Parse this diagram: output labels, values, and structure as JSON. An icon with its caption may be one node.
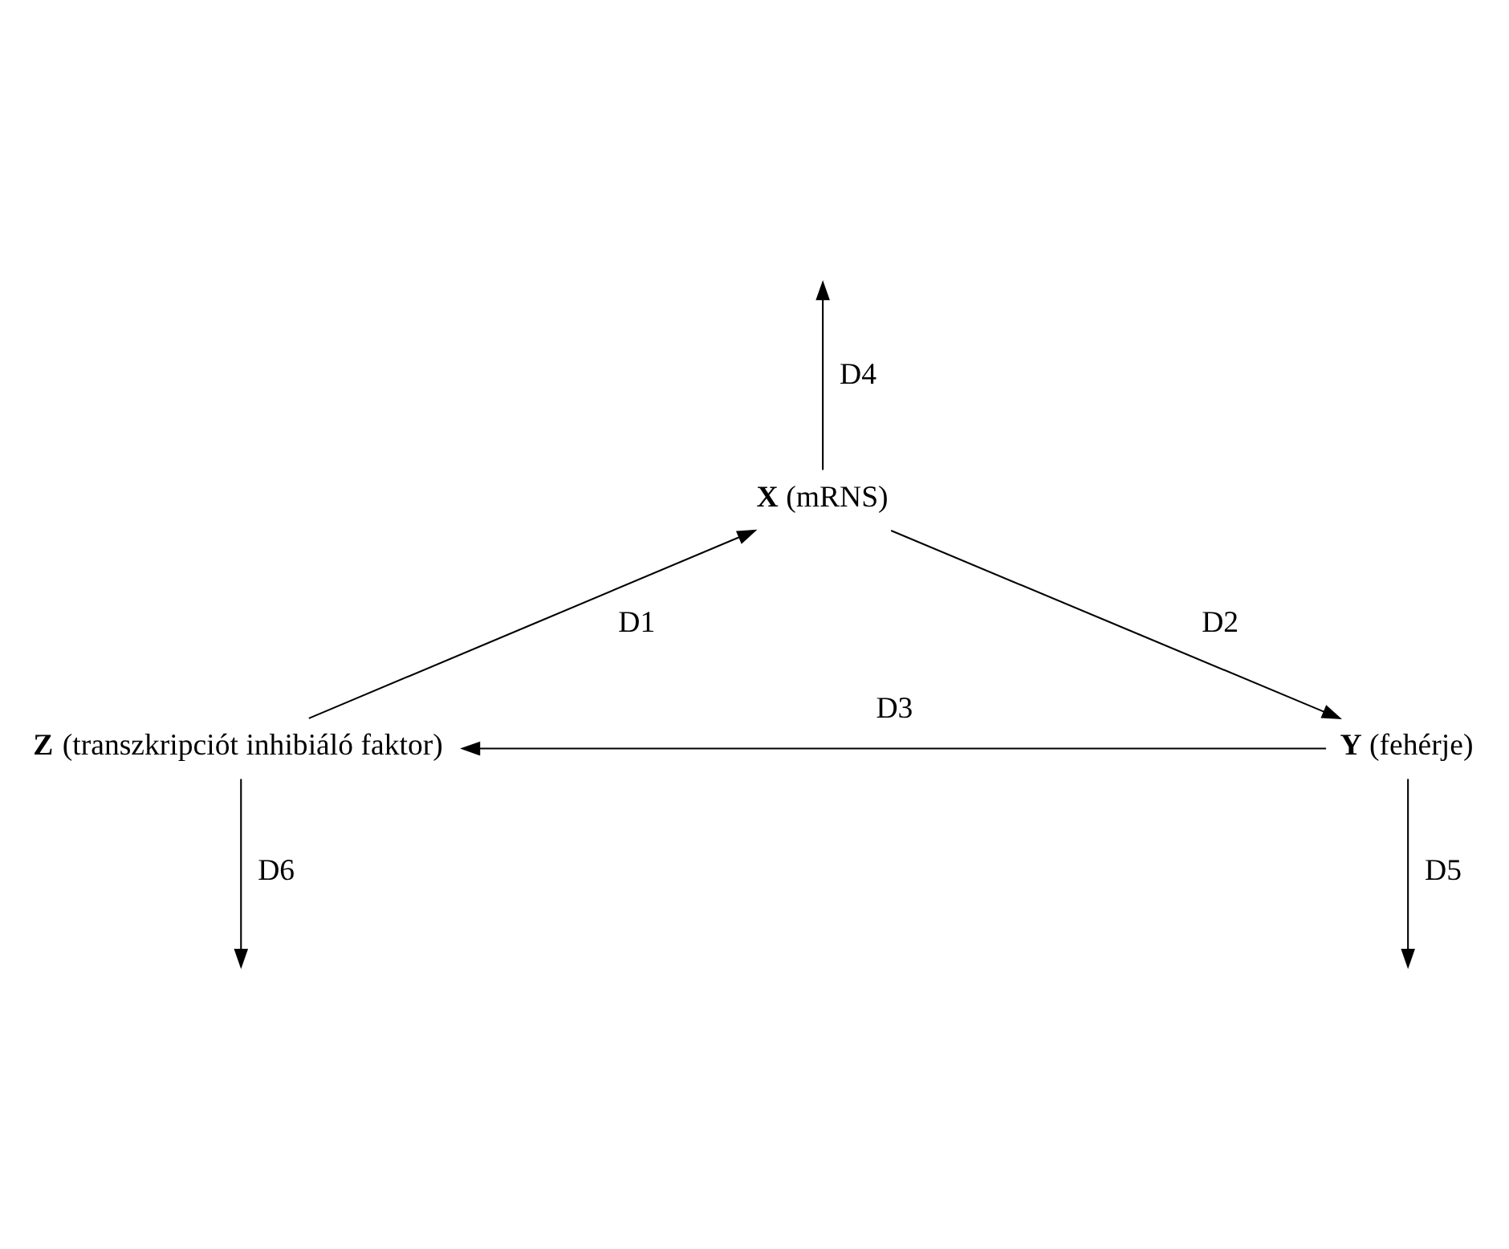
{
  "diagram": {
    "nodes": [
      {
        "text": [
          "**X** (mRNS)"
        ]
      },
      {
        "text": [
          "**Z** (transzkripciót inhibiáló faktor)"
        ]
      },
      {
        "text": [
          "**Y** (fehérje)"
        ]
      }
    ],
    "edges": [
      {
        "from": 1,
        "to": 0,
        "arrow": "to",
        "label": "D1"
      },
      {
        "from": 0,
        "to": 2,
        "arrow": "to",
        "label": "D2"
      },
      {
        "from": 2,
        "to": 1,
        "arrow": "to",
        "label": "D3"
      },
      {
        "from": 0,
        "to": null,
        "arrow": "to",
        "label": "D4"
      },
      {
        "from": 2,
        "to": null,
        "arrow": "to",
        "label": "D5"
      },
      {
        "from": 1,
        "to": null,
        "arrow": "to",
        "label": "D6"
      }
    ]
  }
}
